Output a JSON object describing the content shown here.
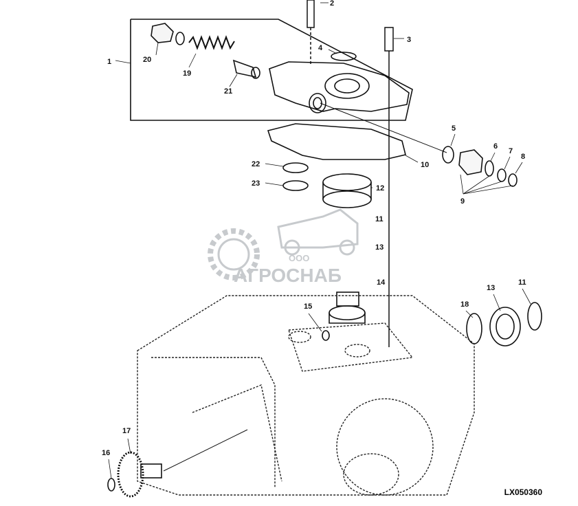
{
  "drawing_id": "LX050360",
  "watermark": {
    "line1": "ООО",
    "line2": "АГРОСНАБ"
  },
  "callouts": [
    {
      "id": "c1",
      "label": "1"
    },
    {
      "id": "c2",
      "label": "2"
    },
    {
      "id": "c3",
      "label": "3"
    },
    {
      "id": "c4",
      "label": "4"
    },
    {
      "id": "c5",
      "label": "5"
    },
    {
      "id": "c6",
      "label": "6"
    },
    {
      "id": "c7",
      "label": "7"
    },
    {
      "id": "c8",
      "label": "8"
    },
    {
      "id": "c9",
      "label": "9"
    },
    {
      "id": "c10",
      "label": "10"
    },
    {
      "id": "c11a",
      "label": "11"
    },
    {
      "id": "c12",
      "label": "12"
    },
    {
      "id": "c13a",
      "label": "13"
    },
    {
      "id": "c14",
      "label": "14"
    },
    {
      "id": "c15",
      "label": "15"
    },
    {
      "id": "c16",
      "label": "16"
    },
    {
      "id": "c17",
      "label": "17"
    },
    {
      "id": "c18",
      "label": "18"
    },
    {
      "id": "c13b",
      "label": "13"
    },
    {
      "id": "c11b",
      "label": "11"
    },
    {
      "id": "c19",
      "label": "19"
    },
    {
      "id": "c20",
      "label": "20"
    },
    {
      "id": "c21",
      "label": "21"
    },
    {
      "id": "c22",
      "label": "22"
    },
    {
      "id": "c23",
      "label": "23"
    }
  ]
}
